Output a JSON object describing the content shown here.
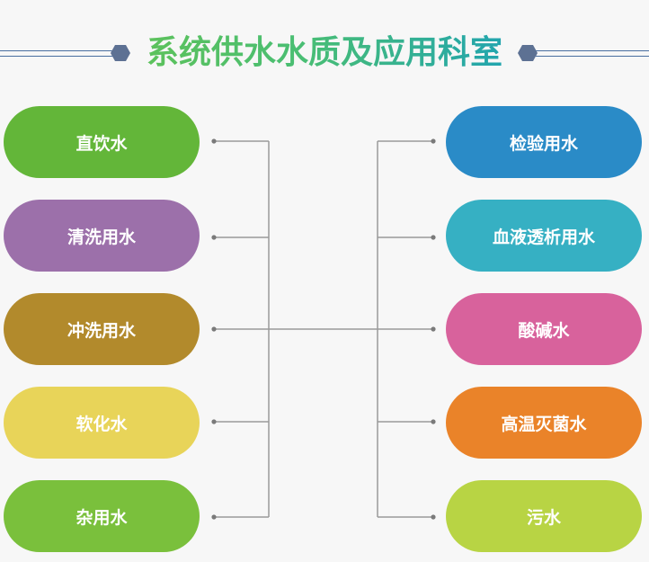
{
  "title": "系统供水水质及应用科室",
  "left_items": [
    {
      "label": "直饮水",
      "color": "#63b639"
    },
    {
      "label": "清洗用水",
      "color": "#9c70aa"
    },
    {
      "label": "冲洗用水",
      "color": "#b28a2c"
    },
    {
      "label": "软化水",
      "color": "#e8d459"
    },
    {
      "label": "杂用水",
      "color": "#7ac03c"
    }
  ],
  "right_items": [
    {
      "label": "检验用水",
      "color": "#2a8bc7"
    },
    {
      "label": "血液透析用水",
      "color": "#36b0c3"
    },
    {
      "label": "酸碱水",
      "color": "#d8629c"
    },
    {
      "label": "高温灭菌水",
      "color": "#ea8329"
    },
    {
      "label": "污水",
      "color": "#b8d444"
    }
  ],
  "colors": {
    "header_line": "#4a6fa0",
    "diamond": "#5d7193",
    "connector": "#9a9a9a"
  }
}
